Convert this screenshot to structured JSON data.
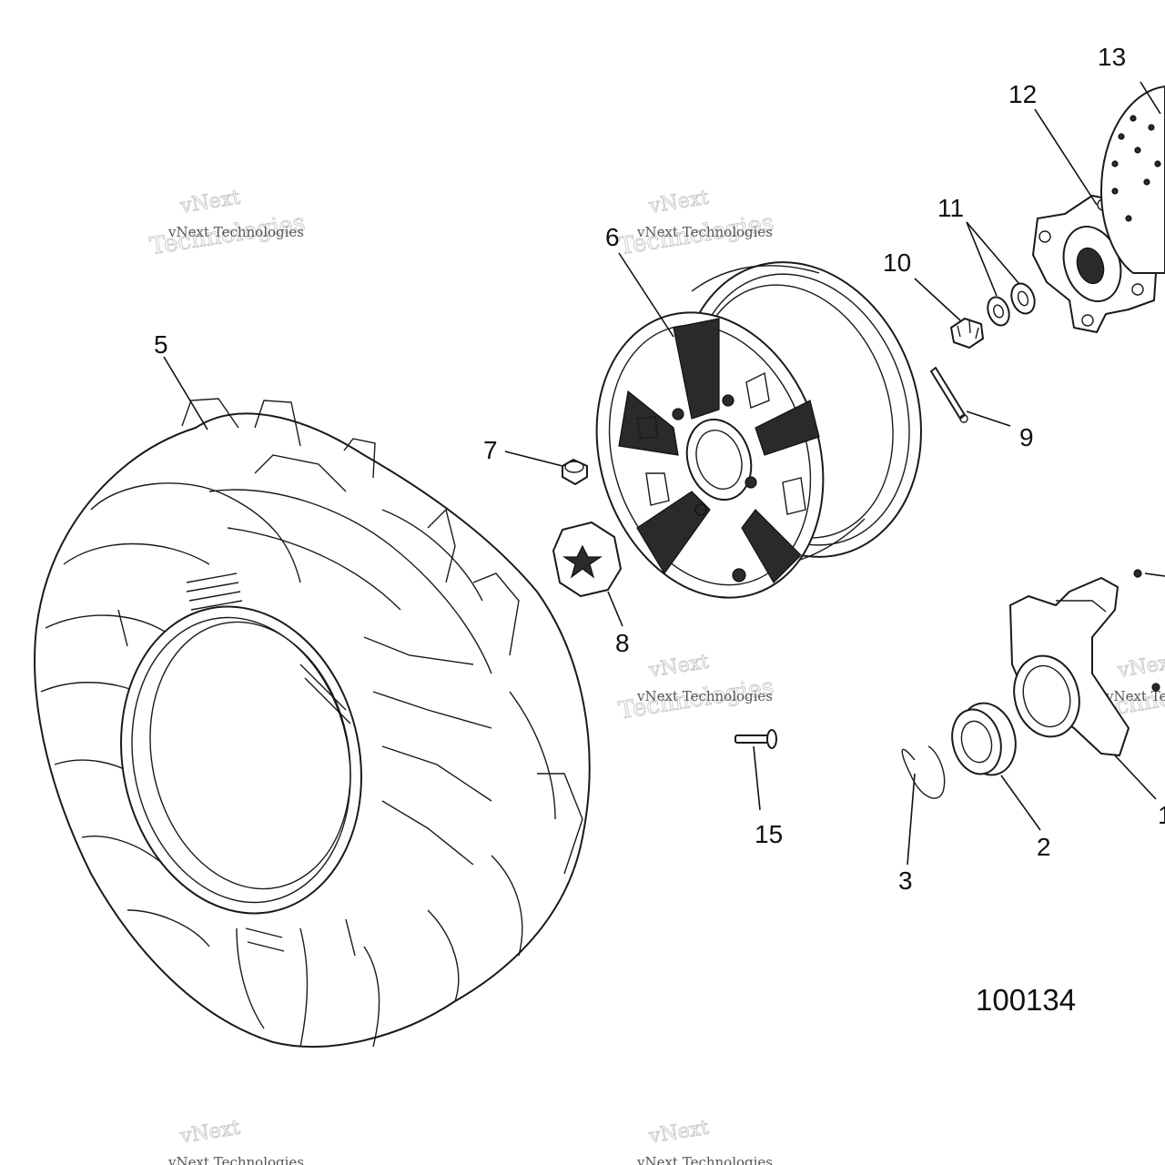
{
  "drawing_number": "100134",
  "watermark": {
    "line1": "vNext Technologies",
    "line2": "Technologies",
    "line3": "vNext"
  },
  "callouts": [
    {
      "id": "c1",
      "label": "1"
    },
    {
      "id": "c2",
      "label": "2"
    },
    {
      "id": "c3",
      "label": "3"
    },
    {
      "id": "c5",
      "label": "5"
    },
    {
      "id": "c6",
      "label": "6"
    },
    {
      "id": "c7",
      "label": "7"
    },
    {
      "id": "c8",
      "label": "8"
    },
    {
      "id": "c9",
      "label": "9"
    },
    {
      "id": "c10",
      "label": "10"
    },
    {
      "id": "c11",
      "label": "11"
    },
    {
      "id": "c12",
      "label": "12"
    },
    {
      "id": "c13",
      "label": "13"
    },
    {
      "id": "c15",
      "label": "15"
    }
  ]
}
